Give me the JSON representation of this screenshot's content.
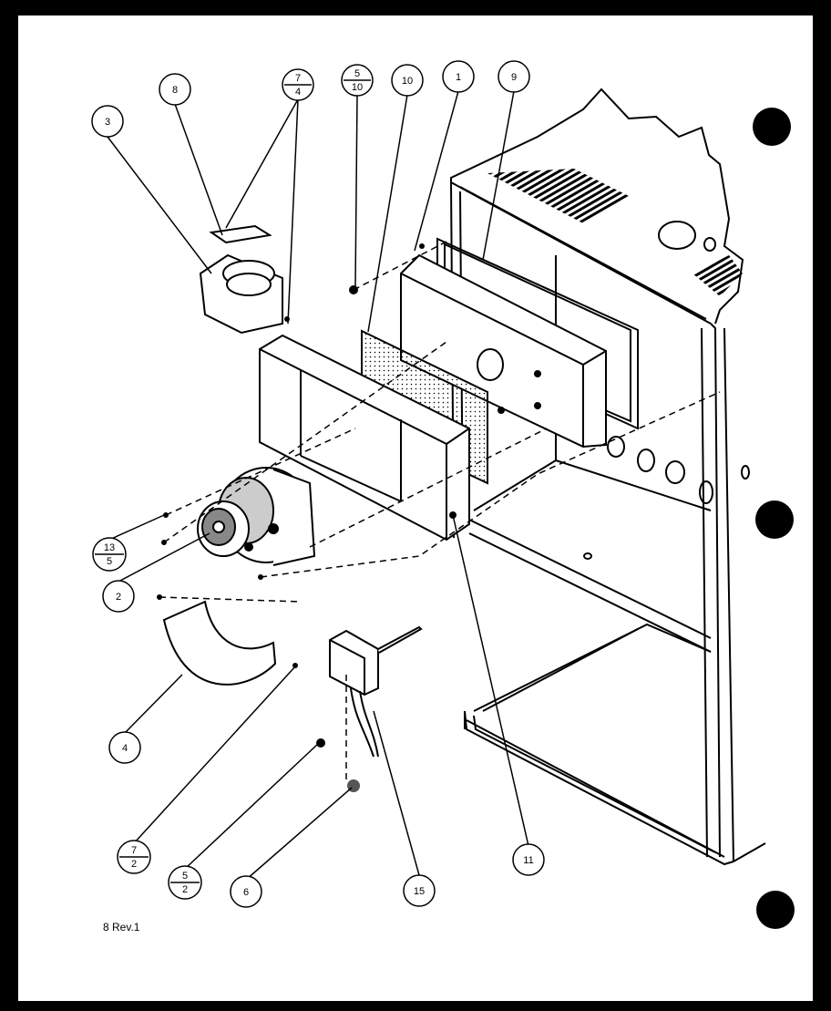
{
  "diagram": {
    "callouts": [
      {
        "id": "c3",
        "label": "3"
      },
      {
        "id": "c8",
        "label": "8"
      },
      {
        "id": "c7-4",
        "top": "7",
        "bottom": "4"
      },
      {
        "id": "c5-10",
        "top": "5",
        "bottom": "10"
      },
      {
        "id": "c10",
        "label": "10"
      },
      {
        "id": "c1",
        "label": "1"
      },
      {
        "id": "c9",
        "label": "9"
      },
      {
        "id": "c13-5",
        "top": "13",
        "bottom": "5"
      },
      {
        "id": "c2",
        "label": "2"
      },
      {
        "id": "c4",
        "label": "4"
      },
      {
        "id": "c7-2",
        "top": "7",
        "bottom": "2"
      },
      {
        "id": "c5-2",
        "top": "5",
        "bottom": "2"
      },
      {
        "id": "c6",
        "label": "6"
      },
      {
        "id": "c15",
        "label": "15"
      },
      {
        "id": "c11",
        "label": "11"
      }
    ],
    "footer": "8 Rev.1"
  }
}
